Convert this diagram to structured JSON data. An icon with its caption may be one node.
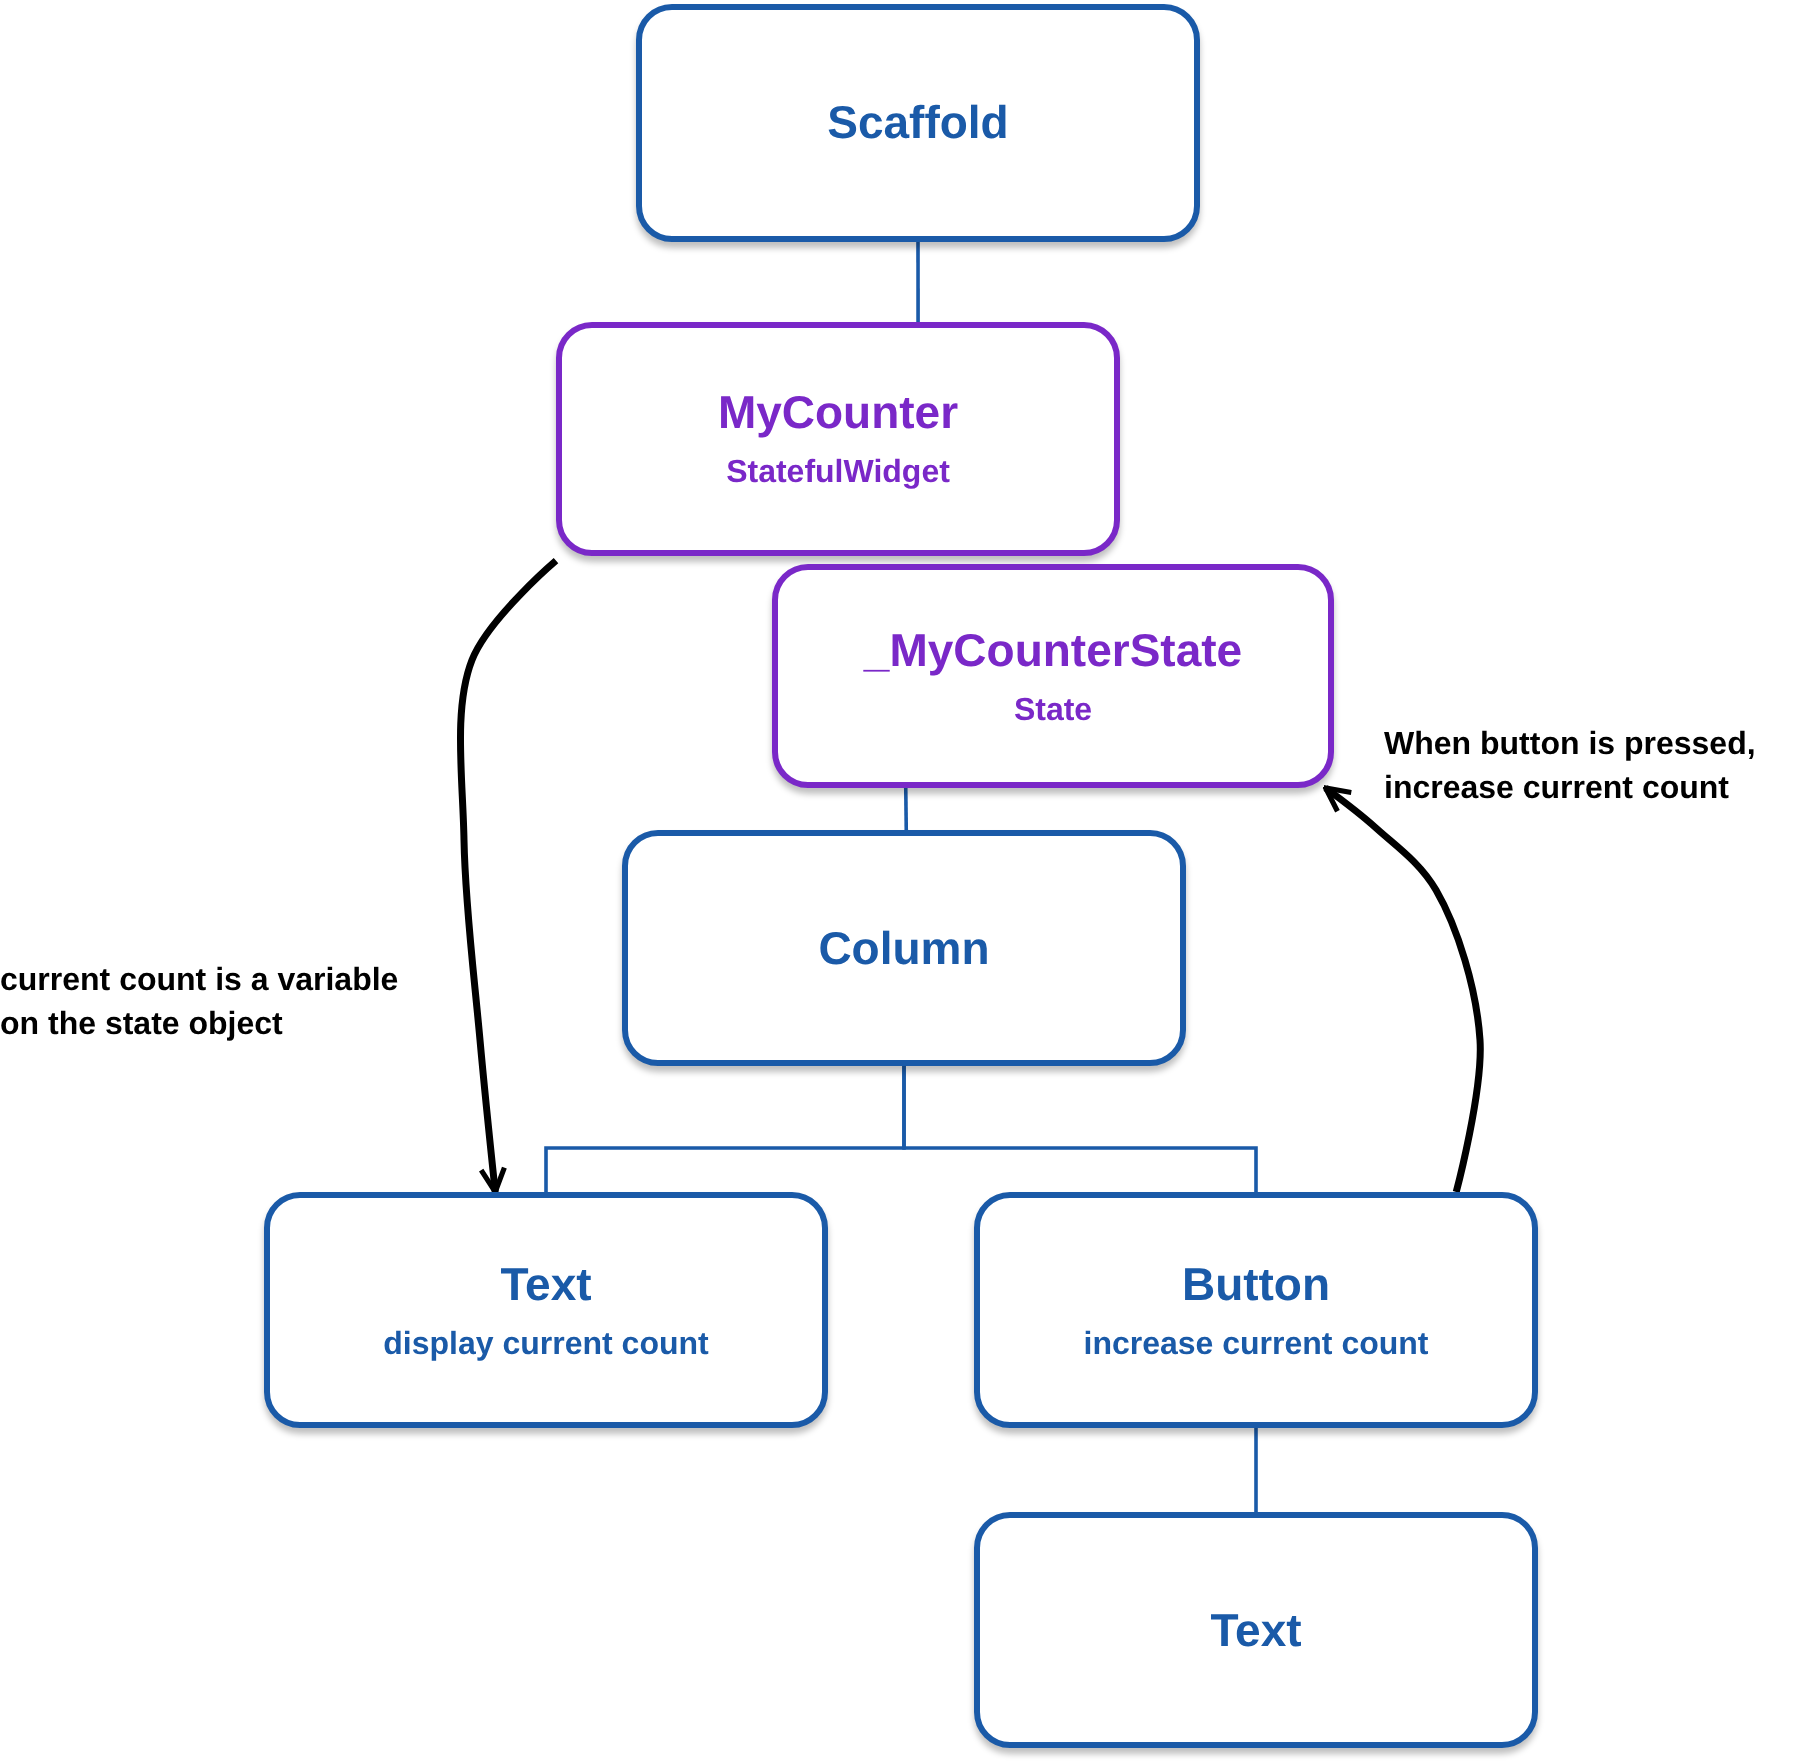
{
  "diagram": {
    "nodes": [
      {
        "text": [
          "Scaffold"
        ]
      },
      {
        "text": [
          "MyCounter",
          "StatefulWidget"
        ]
      },
      {
        "text": [
          "_MyCounterState",
          "State"
        ]
      },
      {
        "text": [
          "Column"
        ]
      },
      {
        "text": [
          "Text",
          "display current count"
        ]
      },
      {
        "text": [
          "Button",
          "increase current count"
        ]
      },
      {
        "text": [
          "Text"
        ]
      }
    ],
    "edges": [
      {
        "from": 0,
        "to": 1,
        "arrow": "none"
      },
      {
        "from": 1,
        "to": 4,
        "arrow": "to",
        "label": "current count is a variable on the state object",
        "color": "#000000",
        "style": "thick"
      },
      {
        "from": 2,
        "to": 3,
        "arrow": "none"
      },
      {
        "from": 3,
        "to": 4,
        "arrow": "none"
      },
      {
        "from": 3,
        "to": 5,
        "arrow": "none"
      },
      {
        "from": 5,
        "to": 2,
        "arrow": "to",
        "label": "When button is pressed, increase current count",
        "color": "#000000",
        "style": "thick"
      },
      {
        "from": 5,
        "to": 6,
        "arrow": "none"
      }
    ]
  }
}
